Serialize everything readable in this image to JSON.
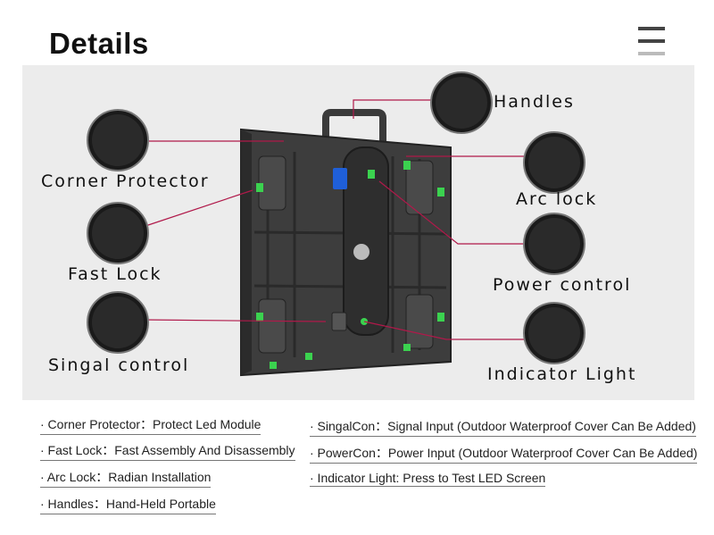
{
  "page_title": "Details",
  "menu_icon": "hamburger-icon",
  "callouts": {
    "handles": "Handles",
    "corner_protector": "Corner Protector",
    "arc_lock": "Arc lock",
    "fast_lock": "Fast Lock",
    "power_control": "Power control",
    "signal_control": "Singal control",
    "indicator_light": "Indicator Light"
  },
  "features_left": [
    "· Corner Protector：Protect Led Module",
    "· Fast Lock：Fast Assembly And Disassembly",
    "· Arc Lock：Radian Installation",
    "· Handles：Hand-Held Portable"
  ],
  "features_right": [
    "· SingalCon：Signal Input (Outdoor Waterproof Cover Can Be Added)",
    "· PowerCon：Power Input (Outdoor Waterproof Cover Can Be Added)",
    "· Indicator Light: Press to Test LED Screen"
  ],
  "colors": {
    "leader_line": "#b0194a",
    "accent_green": "#3bd24f",
    "accent_blue": "#1f5fd8"
  }
}
